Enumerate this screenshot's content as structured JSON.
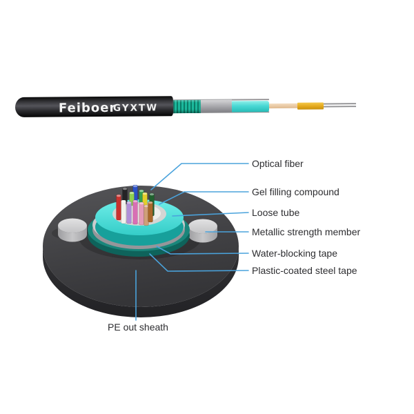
{
  "product": {
    "brand": "Feiboer",
    "model": "GYXTW"
  },
  "cable_photo": {
    "layer_colors": {
      "pe_jacket": "#1a1a1c",
      "corrugated_tape": "#14a68b",
      "steel_tube": "#aeaeb2",
      "loose_tube": "#49d8d4",
      "fiber_bundle": "#e9ceab",
      "tight_tube": "#e3a81c",
      "steel_wire": "#909092"
    }
  },
  "diagram": {
    "line_color": "#4aa3dc",
    "callouts": [
      {
        "label": "Optical fiber"
      },
      {
        "label": "Gel filling compound"
      },
      {
        "label": "Loose tube"
      },
      {
        "label": "Metallic strength member"
      },
      {
        "label": "Water-blocking tape"
      },
      {
        "label": "Plastic-coated steel tape"
      },
      {
        "label": "PE out sheath"
      }
    ],
    "ring_colors": {
      "plastic_coated_steel_tape": "#1a867b",
      "water_blocking_tape": "#cbcbcd",
      "loose_tube": "#4fe2dd",
      "gel_filling": "#eeeeea",
      "sheath_disc": "#454548",
      "strength_member": "#d6d6d7"
    },
    "fibers": [
      {
        "name": "black",
        "color": "#232325"
      },
      {
        "name": "red",
        "color": "#c9322e"
      },
      {
        "name": "blue",
        "color": "#2b50c8"
      },
      {
        "name": "lime",
        "color": "#8fd14f"
      },
      {
        "name": "green",
        "color": "#35a04f"
      },
      {
        "name": "yellow",
        "color": "#e3cf2a"
      },
      {
        "name": "dark-green",
        "color": "#20612f"
      },
      {
        "name": "white",
        "color": "#f1f1ec"
      },
      {
        "name": "violet",
        "color": "#b08fd8"
      },
      {
        "name": "magenta",
        "color": "#d86fb4"
      },
      {
        "name": "rose",
        "color": "#e49bb8"
      },
      {
        "name": "tan",
        "color": "#cf9f78"
      },
      {
        "name": "brown",
        "color": "#a9672a"
      }
    ]
  }
}
